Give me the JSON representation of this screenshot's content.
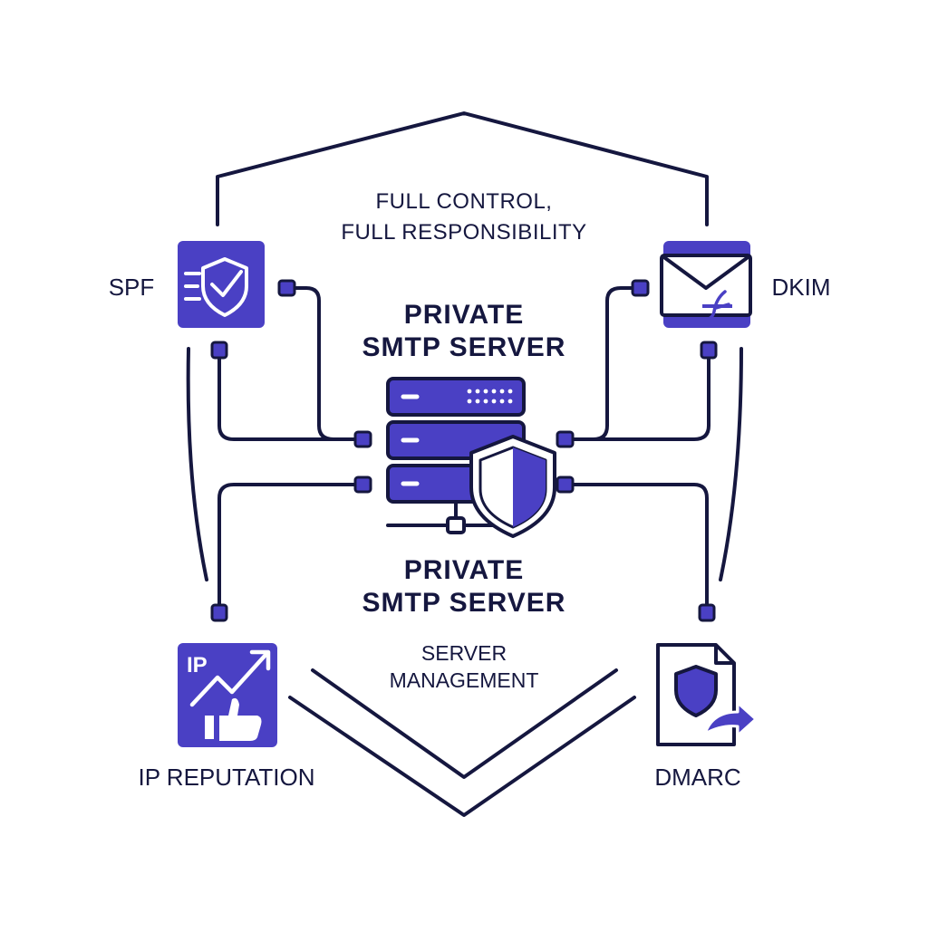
{
  "tagline": {
    "line1": "FULL CONTROL,",
    "line2": "FULL RESPONSIBILITY"
  },
  "server_title_top": {
    "line1": "PRIVATE",
    "line2": "SMTP SERVER"
  },
  "server_title_bottom": {
    "line1": "PRIVATE",
    "line2": "SMTP SERVER"
  },
  "management": {
    "line1": "SERVER",
    "line2": "MANAGEMENT"
  },
  "nodes": {
    "spf": {
      "label": "SPF",
      "icon": "shield-check-icon"
    },
    "dkim": {
      "label": "DKIM",
      "icon": "signed-envelope-icon"
    },
    "ip_reputation": {
      "label": "IP REPUTATION",
      "badge": "IP",
      "icon": "trend-thumbs-up-icon"
    },
    "dmarc": {
      "label": "DMARC",
      "icon": "document-shield-icon"
    }
  },
  "colors": {
    "ink": "#15173f",
    "accent": "#4a40c4",
    "accent_light": "#5a52d6"
  }
}
